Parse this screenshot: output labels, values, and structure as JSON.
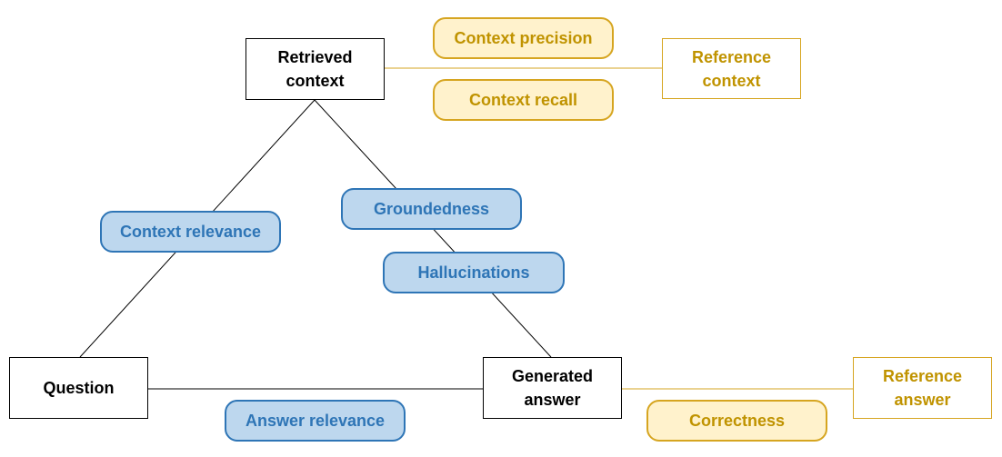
{
  "entities": {
    "retrieved_context": "Retrieved\ncontext",
    "question": "Question",
    "generated_answer": "Generated\nanswer"
  },
  "references": {
    "reference_context": "Reference\ncontext",
    "reference_answer": "Reference\nanswer"
  },
  "metrics": {
    "context_precision": "Context precision",
    "context_recall": "Context recall",
    "context_relevance": "Context relevance",
    "groundedness": "Groundedness",
    "hallucinations": "Hallucinations",
    "answer_relevance": "Answer relevance",
    "correctness": "Correctness"
  },
  "colors": {
    "blue_fill": "#bdd7ee",
    "blue_text": "#2e75b6",
    "yellow_fill": "#fff2cc",
    "yellow_text": "#c09300",
    "yellow_border": "#d6a520",
    "line": "#000000"
  }
}
